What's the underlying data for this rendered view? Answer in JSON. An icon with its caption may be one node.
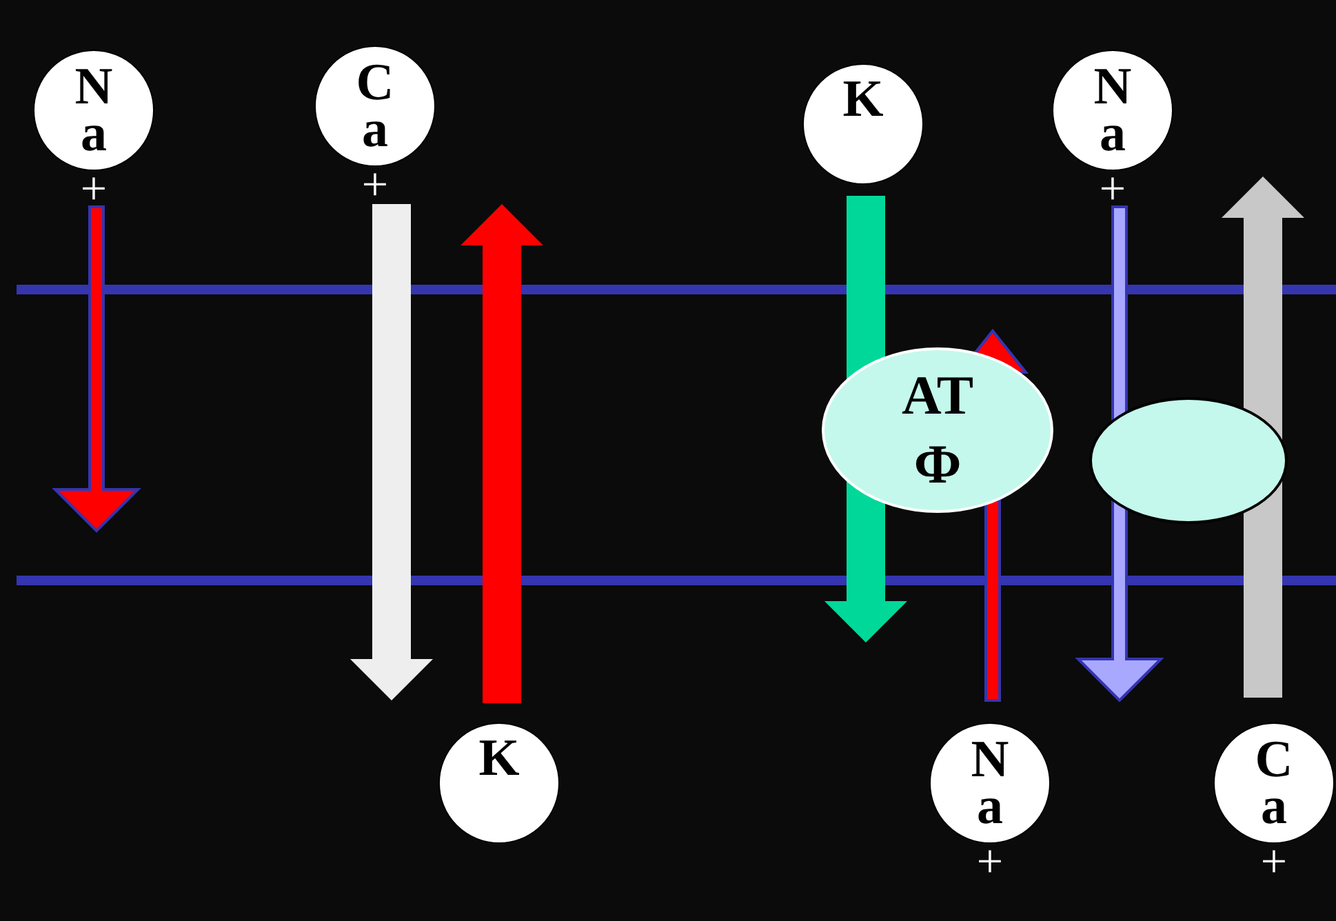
{
  "diagram": {
    "nodes": [
      {
        "text": [
          "N",
          "a"
        ],
        "beside": [
          "+"
        ]
      },
      {
        "text": [
          "C",
          "a"
        ],
        "beside": [
          "+"
        ]
      },
      {
        "text": [
          "K"
        ]
      },
      {
        "text": [
          "N",
          "a"
        ],
        "beside": [
          "+"
        ]
      },
      {
        "text": [
          "K"
        ]
      },
      {
        "text": [
          "N",
          "a"
        ],
        "beside": [
          "+"
        ]
      },
      {
        "text": [
          "C",
          "a"
        ],
        "beside": [
          "+"
        ]
      },
      {
        "text": [
          "АТФ"
        ]
      },
      {
        "text": [],
        "shape": "ellipse"
      }
    ]
  }
}
